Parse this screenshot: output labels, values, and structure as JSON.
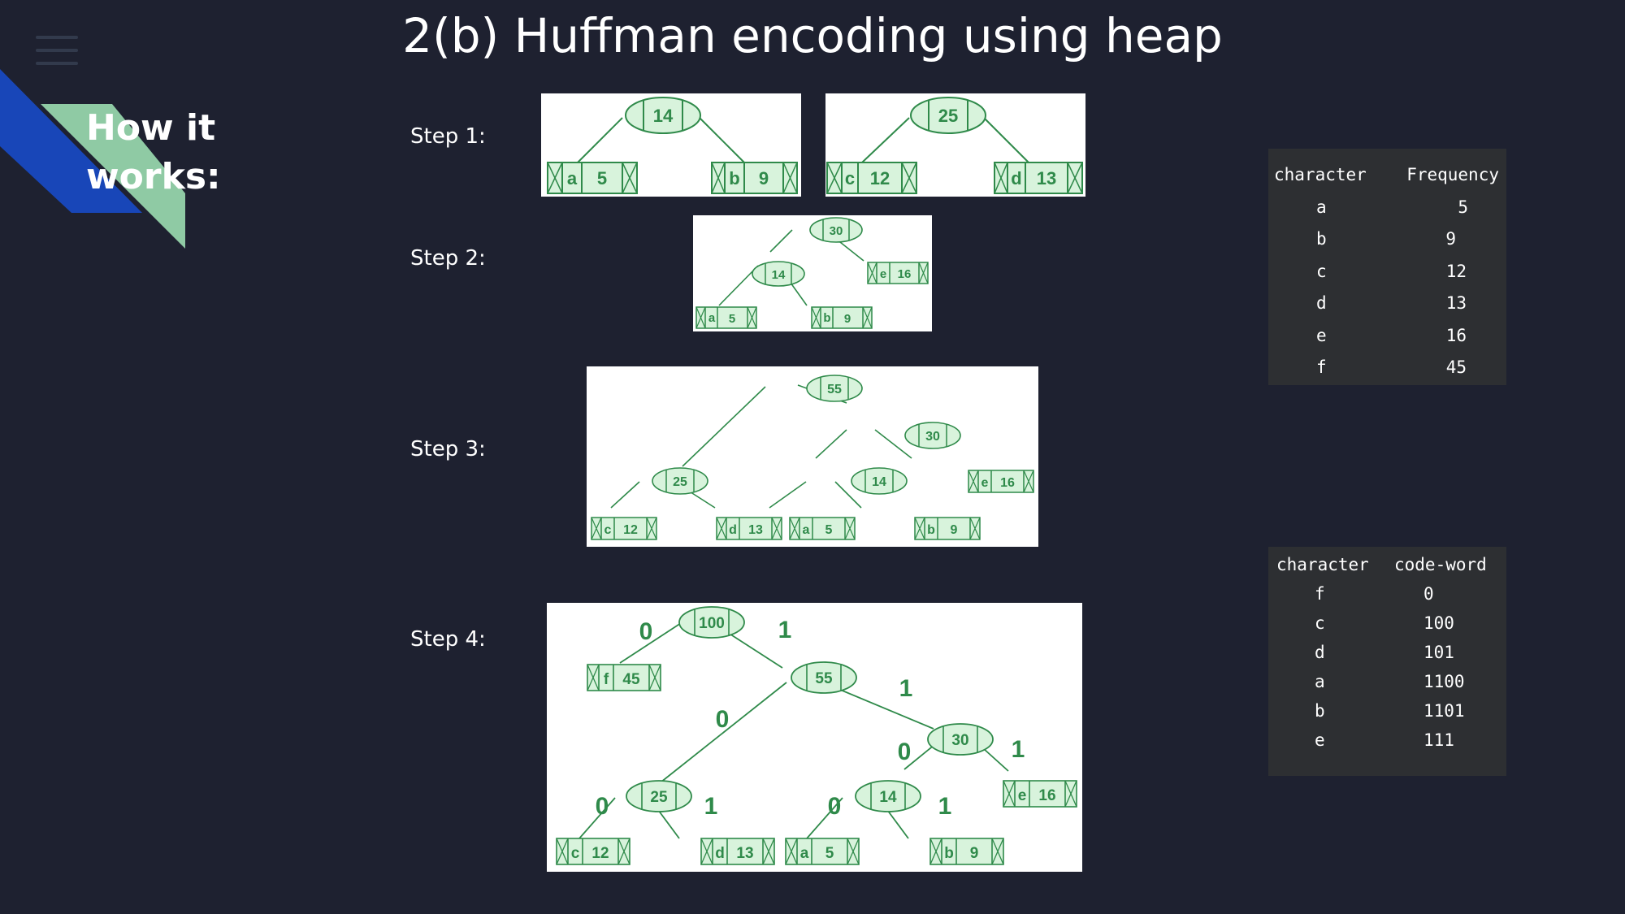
{
  "title": "2(b) Huffman encoding using heap",
  "sidebar": {
    "heading_line1": "How it",
    "heading_line2": "works:"
  },
  "steps": [
    {
      "label": "Step 1:"
    },
    {
      "label": "Step 2:"
    },
    {
      "label": "Step 3:"
    },
    {
      "label": "Step 4:"
    }
  ],
  "trees": {
    "step1": {
      "left": {
        "root": "14",
        "l_char": "a",
        "l_freq": "5",
        "r_char": "b",
        "r_freq": "9"
      },
      "right": {
        "root": "25",
        "l_char": "c",
        "l_freq": "12",
        "r_char": "d",
        "r_freq": "13"
      }
    },
    "step2": {
      "root": "30",
      "inner": "14",
      "a_char": "a",
      "a_freq": "5",
      "b_char": "b",
      "b_freq": "9",
      "e_char": "e",
      "e_freq": "16"
    },
    "step3": {
      "root": "55",
      "n25": "25",
      "n30": "30",
      "n14": "14",
      "c_char": "c",
      "c_freq": "12",
      "d_char": "d",
      "d_freq": "13",
      "a_char": "a",
      "a_freq": "5",
      "b_char": "b",
      "b_freq": "9",
      "e_char": "e",
      "e_freq": "16"
    },
    "step4": {
      "root": "100",
      "n55": "55",
      "n25": "25",
      "n30": "30",
      "n14": "14",
      "f_char": "f",
      "f_freq": "45",
      "c_char": "c",
      "c_freq": "12",
      "d_char": "d",
      "d_freq": "13",
      "a_char": "a",
      "a_freq": "5",
      "b_char": "b",
      "b_freq": "9",
      "e_char": "e",
      "e_freq": "16",
      "bit0": "0",
      "bit1": "1"
    }
  },
  "freq_table": {
    "headers": [
      "character",
      "Frequency"
    ],
    "rows": [
      {
        "char": "a",
        "value": "5"
      },
      {
        "char": "b",
        "value": "9"
      },
      {
        "char": "c",
        "value": "12"
      },
      {
        "char": "d",
        "value": "13"
      },
      {
        "char": "e",
        "value": "16"
      },
      {
        "char": "f",
        "value": "45"
      }
    ]
  },
  "code_table": {
    "headers": [
      "character",
      "code-word"
    ],
    "rows": [
      {
        "char": "f",
        "value": "0"
      },
      {
        "char": "c",
        "value": "100"
      },
      {
        "char": "d",
        "value": "101"
      },
      {
        "char": "a",
        "value": "1100"
      },
      {
        "char": "b",
        "value": "1101"
      },
      {
        "char": "e",
        "value": "111"
      }
    ]
  },
  "colors": {
    "background": "#1e2130",
    "tree_green": "#2f8a4a",
    "node_fill": "#d8f3dc",
    "accent_blue": "#1846b8",
    "accent_green": "#8fcaa4",
    "table_bg": "#2d2f32"
  }
}
